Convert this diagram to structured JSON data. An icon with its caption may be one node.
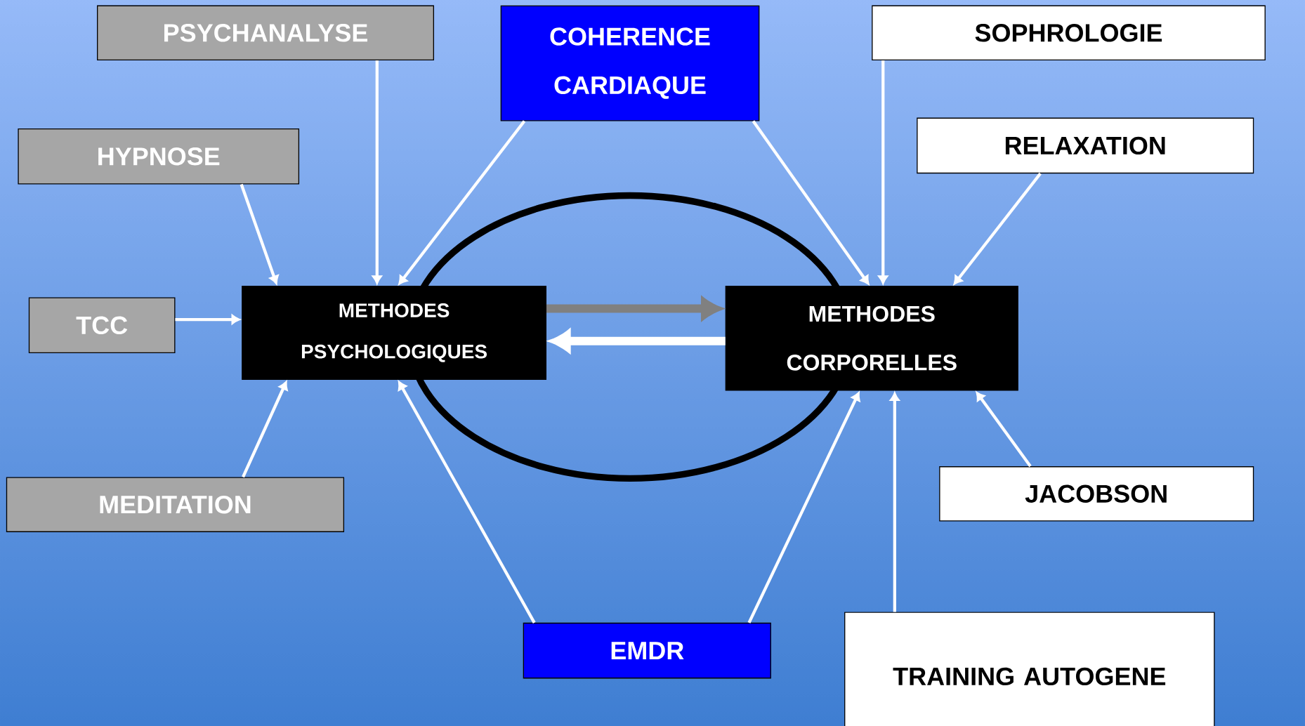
{
  "diagram": {
    "nodes": [
      {
        "text": [
          "PSYCHANALYSE"
        ]
      },
      {
        "text": [
          "COHERENCE CARDIAQUE"
        ]
      },
      {
        "text": [
          "SOPHROLOGIE"
        ]
      },
      {
        "text": [
          "HYPNOSE"
        ]
      },
      {
        "text": [
          "RELAXATION"
        ]
      },
      {
        "text": [
          "TCC"
        ]
      },
      {
        "text": [
          "METHODES PSYCHOLOGIQUES"
        ]
      },
      {
        "text": [
          "METHODES CORPORELLES"
        ]
      },
      {
        "text": [
          "MEDITATION"
        ]
      },
      {
        "text": [
          "JACOBSON"
        ]
      },
      {
        "text": [
          "EMDR"
        ]
      },
      {
        "text": [
          "TRAINING AUTOGENE"
        ]
      }
    ],
    "edges": [
      {
        "from": 0,
        "to": 6,
        "arrow": "to"
      },
      {
        "from": 1,
        "to": 6,
        "arrow": "to"
      },
      {
        "from": 3,
        "to": 6,
        "arrow": "to"
      },
      {
        "from": 5,
        "to": 6,
        "arrow": "to"
      },
      {
        "from": 8,
        "to": 6,
        "arrow": "to"
      },
      {
        "from": 10,
        "to": 6,
        "arrow": "to"
      },
      {
        "from": 1,
        "to": 7,
        "arrow": "to"
      },
      {
        "from": 2,
        "to": 7,
        "arrow": "to"
      },
      {
        "from": 4,
        "to": 7,
        "arrow": "to"
      },
      {
        "from": 9,
        "to": 7,
        "arrow": "to"
      },
      {
        "from": 10,
        "to": 7,
        "arrow": "to"
      },
      {
        "from": 11,
        "to": 7,
        "arrow": "to"
      },
      {
        "from": 6,
        "to": 7,
        "arrow": "to",
        "style": "thick",
        "color": "#808080"
      },
      {
        "from": 7,
        "to": 6,
        "arrow": "to",
        "style": "thick"
      }
    ]
  }
}
